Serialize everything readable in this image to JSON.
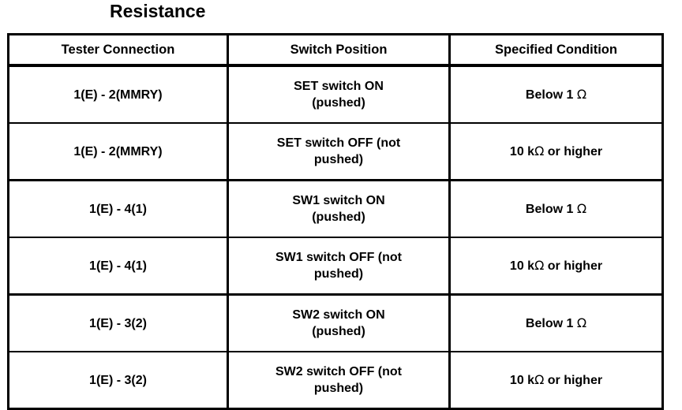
{
  "document": {
    "title": "Resistance"
  },
  "table": {
    "name": "resistance-inspection-table",
    "headers": [
      "Tester Connection",
      "Switch Position",
      "Specified Condition"
    ],
    "rows": [
      {
        "tester_connection": "1(E) - 2(MMRY)",
        "switch_position": "SET switch ON (pushed)",
        "switch_position_line1": "SET switch ON",
        "switch_position_line2": "(pushed)",
        "specified_condition": "Below 1 Ω",
        "specified_condition_prefix": "Below 1 ",
        "specified_condition_unit": "Ω",
        "group_end": false
      },
      {
        "tester_connection": "1(E) - 2(MMRY)",
        "switch_position": "SET switch OFF (not pushed)",
        "switch_position_line1": "SET switch OFF (not",
        "switch_position_line2": "pushed)",
        "specified_condition": "10 kΩ or higher",
        "specified_condition_prefix": "10 k",
        "specified_condition_unit": "Ω",
        "specified_condition_suffix": " or higher",
        "group_end": true
      },
      {
        "tester_connection": "1(E) - 4(1)",
        "switch_position": "SW1 switch ON (pushed)",
        "switch_position_line1": "SW1 switch ON",
        "switch_position_line2": "(pushed)",
        "specified_condition": "Below 1 Ω",
        "specified_condition_prefix": "Below 1 ",
        "specified_condition_unit": "Ω",
        "group_end": false
      },
      {
        "tester_connection": "1(E) - 4(1)",
        "switch_position": "SW1 switch OFF (not pushed)",
        "switch_position_line1": "SW1 switch OFF (not",
        "switch_position_line2": "pushed)",
        "specified_condition": "10 kΩ or higher",
        "specified_condition_prefix": "10 k",
        "specified_condition_unit": "Ω",
        "specified_condition_suffix": " or higher",
        "group_end": true
      },
      {
        "tester_connection": "1(E) - 3(2)",
        "switch_position": "SW2 switch ON (pushed)",
        "switch_position_line1": "SW2 switch ON",
        "switch_position_line2": "(pushed)",
        "specified_condition": "Below 1 Ω",
        "specified_condition_prefix": "Below 1 ",
        "specified_condition_unit": "Ω",
        "group_end": false
      },
      {
        "tester_connection": "1(E) - 3(2)",
        "switch_position": "SW2 switch OFF (not pushed)",
        "switch_position_line1": "SW2 switch OFF (not",
        "switch_position_line2": "pushed)",
        "specified_condition": "10 kΩ or higher",
        "specified_condition_prefix": "10 k",
        "specified_condition_unit": "Ω",
        "specified_condition_suffix": " or higher",
        "group_end": false
      }
    ]
  },
  "colors": {
    "border": "#000000",
    "text": "#000000",
    "background": "#ffffff"
  }
}
